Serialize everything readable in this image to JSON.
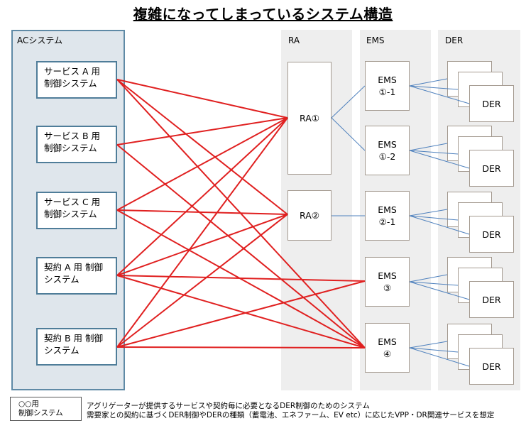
{
  "title": "複雑になってしまっているシステム構造",
  "groups": {
    "ac": "ACシステム",
    "ra": "RA",
    "ems": "EMS",
    "der": "DER"
  },
  "ac_systems": [
    "サービス A 用\n制御システム",
    "サービス B 用\n制御システム",
    "サービス C 用\n制御システム",
    "契約 A 用 制御\nシステム",
    "契約 B 用 制御\nシステム"
  ],
  "ra_nodes": [
    "RA①",
    "RA②"
  ],
  "ems_nodes": [
    "EMS\n①-1",
    "EMS\n①-2",
    "EMS\n②-1",
    "EMS\n③",
    "EMS\n④"
  ],
  "der_label": "DER",
  "legend": {
    "box_label": "○○用\n制御システム",
    "line1": "アグリゲーターが提供するサービスや契約毎に必要となるDER制御のためのシステム",
    "line2": "需要家との契約に基づくDER制御やDERの種類（蓄電池、エネファーム、EV etc）に応じたVPP・DR関連サービスを想定"
  },
  "colors": {
    "red_line": "#e02020",
    "blue_line": "#4f81bd",
    "ac_frame": "#5f8aa6",
    "ac_fill": "#dfe6ec",
    "column_fill": "#eeeeee",
    "node_border": "#a49a90"
  }
}
